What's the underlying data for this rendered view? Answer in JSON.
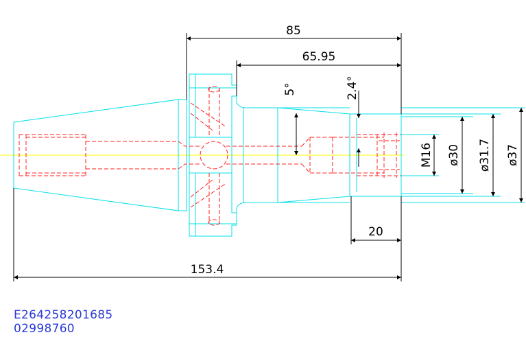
{
  "dimensions": {
    "length_85": "85",
    "length_65_95": "65.95",
    "angle_5": "5°",
    "angle_2_4": "2.4°",
    "thread_m16": "M16",
    "dia_30": "ø30",
    "dia_31_7": "ø31.7",
    "dia_37": "ø37",
    "length_20": "20",
    "length_153_4": "153.4"
  },
  "codes": {
    "line1": "E264258201685",
    "line2": "02998760"
  },
  "colors": {
    "outline": "#00e0e8",
    "hidden": "#ff0000",
    "centerline": "#ffff00",
    "dimension": "#000000",
    "code_text": "#2b3bd6"
  }
}
